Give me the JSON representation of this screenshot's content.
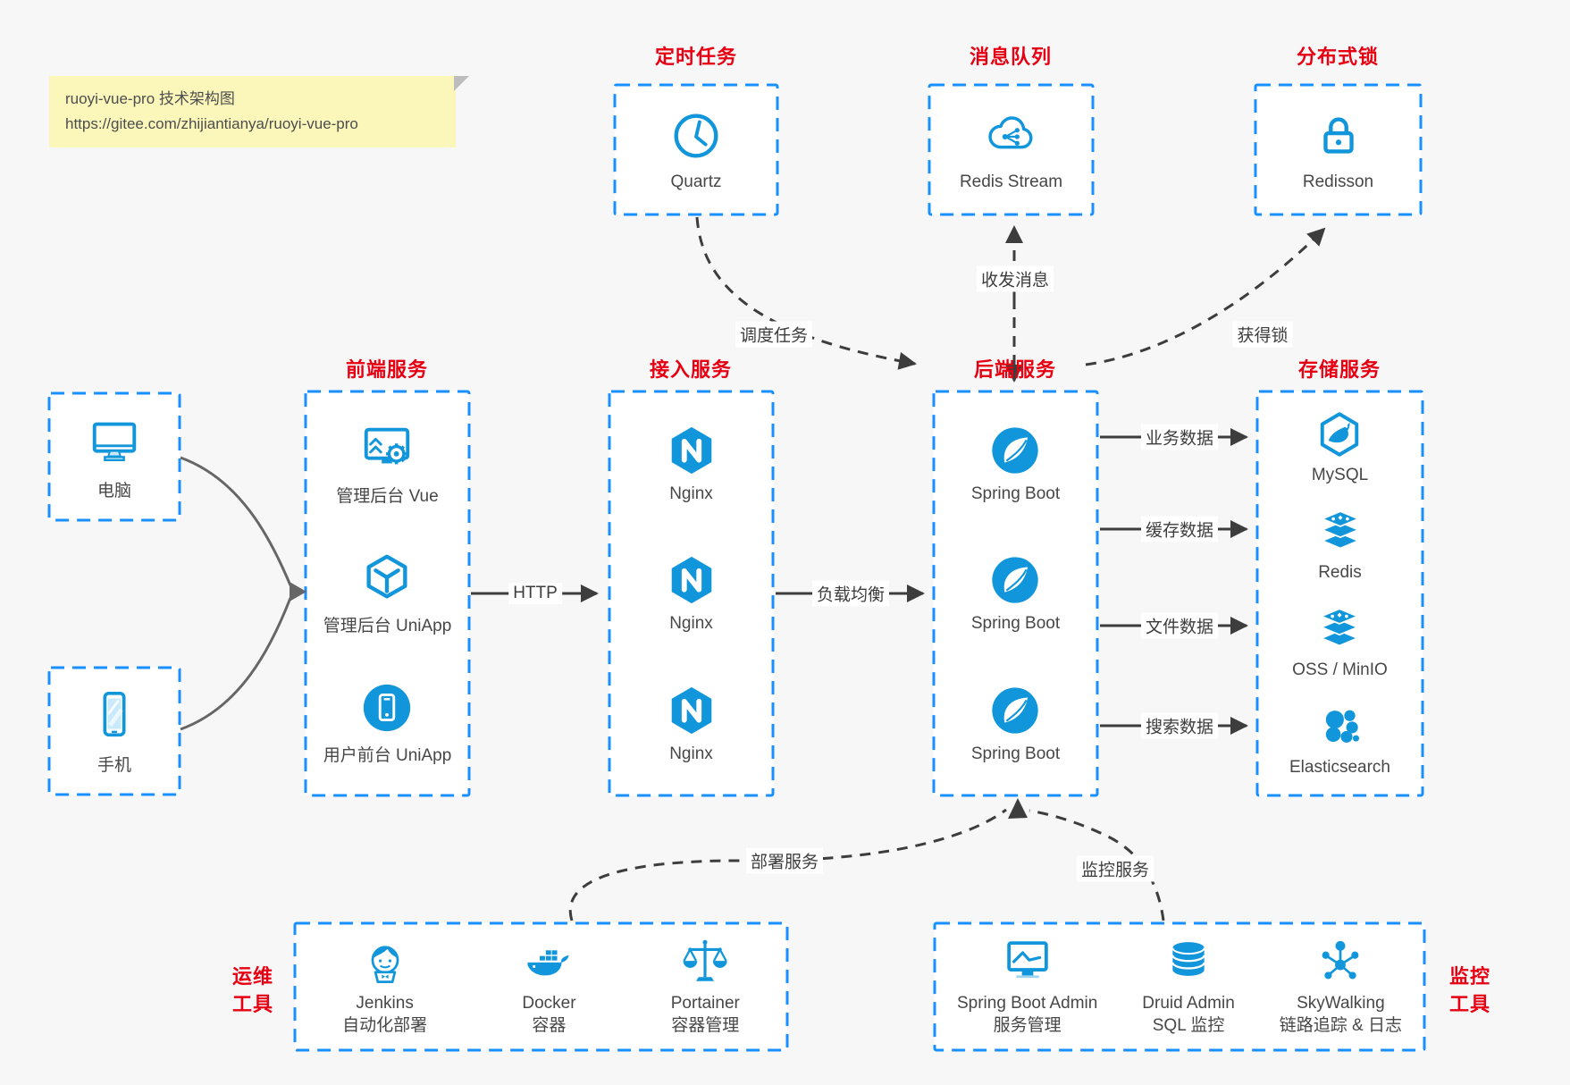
{
  "colors": {
    "icon_blue": "#1296db",
    "border_blue": "#1890ff",
    "title_red": "#e60012",
    "arrow_dark": "#3d3d3d",
    "arrow_gray": "#666666",
    "background": "#f7f7f8",
    "note_yellow": "#fbf7bb"
  },
  "note": {
    "line1": "ruoyi-vue-pro 技术架构图",
    "line2": "https://gitee.com/zhijiantianya/ruoyi-vue-pro"
  },
  "top_services": [
    {
      "title": "定时任务",
      "icon": "clock-icon",
      "label": "Quartz"
    },
    {
      "title": "消息队列",
      "icon": "cloud-message-icon",
      "label": "Redis Stream"
    },
    {
      "title": "分布式锁",
      "icon": "lock-icon",
      "label": "Redisson"
    }
  ],
  "clients": [
    {
      "icon": "desktop-icon",
      "label": "电脑"
    },
    {
      "icon": "smartphone-icon",
      "label": "手机"
    }
  ],
  "columns": [
    {
      "title": "前端服务",
      "items": [
        {
          "icon": "admin-vue-icon",
          "label": "管理后台 Vue"
        },
        {
          "icon": "uniapp-cube-icon",
          "label": "管理后台 UniApp"
        },
        {
          "icon": "user-app-icon",
          "label": "用户前台 UniApp"
        }
      ]
    },
    {
      "title": "接入服务",
      "items": [
        {
          "icon": "nginx-icon",
          "label": "Nginx"
        },
        {
          "icon": "nginx-icon",
          "label": "Nginx"
        },
        {
          "icon": "nginx-icon",
          "label": "Nginx"
        }
      ]
    },
    {
      "title": "后端服务",
      "items": [
        {
          "icon": "spring-boot-icon",
          "label": "Spring Boot"
        },
        {
          "icon": "spring-boot-icon",
          "label": "Spring Boot"
        },
        {
          "icon": "spring-boot-icon",
          "label": "Spring Boot"
        }
      ]
    },
    {
      "title": "存储服务",
      "items": [
        {
          "icon": "mysql-icon",
          "label": "MySQL"
        },
        {
          "icon": "redis-icon",
          "label": "Redis"
        },
        {
          "icon": "oss-icon",
          "label": "OSS / MinIO"
        },
        {
          "icon": "elasticsearch-icon",
          "label": "Elasticsearch"
        }
      ]
    }
  ],
  "bottom_groups": [
    {
      "title_line1": "运维",
      "title_line2": "工具",
      "items": [
        {
          "icon": "jenkins-icon",
          "name": "Jenkins",
          "desc": "自动化部署"
        },
        {
          "icon": "docker-icon",
          "name": "Docker",
          "desc": "容器"
        },
        {
          "icon": "portainer-icon",
          "name": "Portainer",
          "desc": "容器管理"
        }
      ]
    },
    {
      "title_line1": "监控",
      "title_line2": "工具",
      "items": [
        {
          "icon": "spring-boot-admin-icon",
          "name": "Spring Boot Admin",
          "desc": "服务管理"
        },
        {
          "icon": "druid-icon",
          "name": "Druid Admin",
          "desc": "SQL 监控"
        },
        {
          "icon": "skywalking-icon",
          "name": "SkyWalking",
          "desc": "链路追踪 & 日志"
        }
      ]
    }
  ],
  "edges": {
    "http": "HTTP",
    "load_balance": "负载均衡",
    "schedule": "调度任务",
    "message": "收发消息",
    "acquire_lock": "获得锁",
    "data_business": "业务数据",
    "data_cache": "缓存数据",
    "data_file": "文件数据",
    "data_search": "搜索数据",
    "deploy": "部署服务",
    "monitor": "监控服务"
  }
}
